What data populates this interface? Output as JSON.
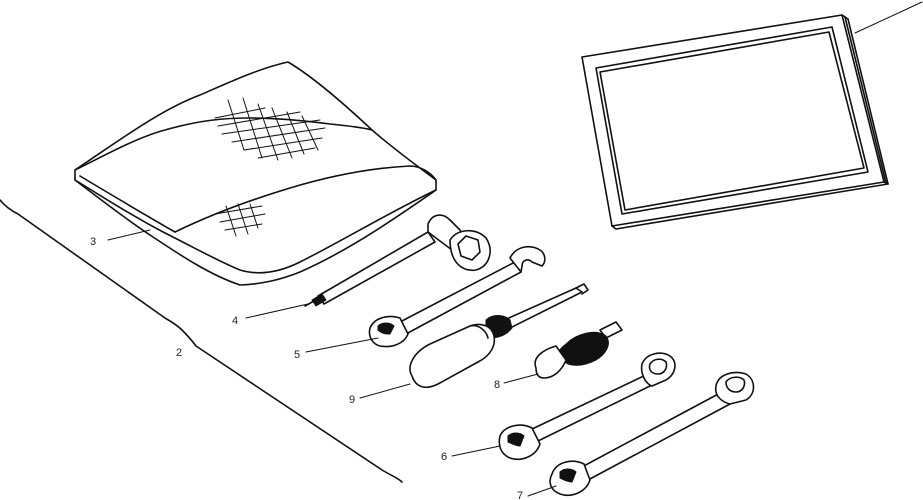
{
  "diagram": {
    "callouts": {
      "c2": "2",
      "c3": "3",
      "c4": "4",
      "c5": "5",
      "c6": "6",
      "c7": "7",
      "c8": "8",
      "c9": "9"
    }
  }
}
